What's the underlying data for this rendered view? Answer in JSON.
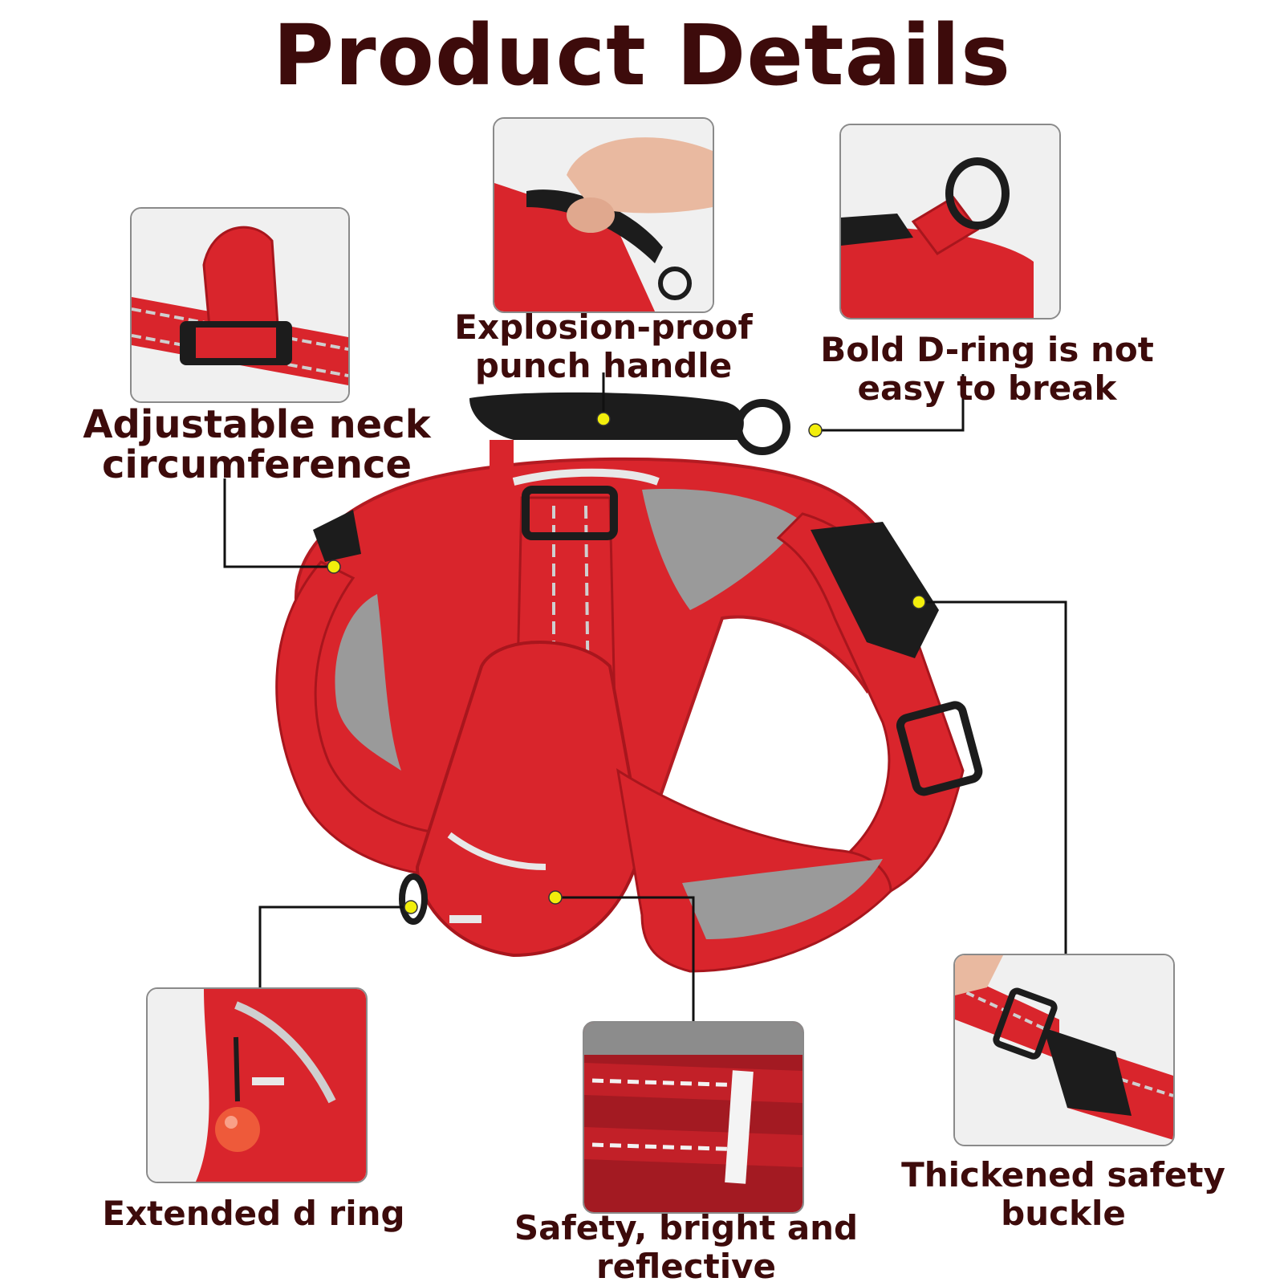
{
  "title": "Product Details",
  "colors": {
    "title_text": "#3d0b0b",
    "harness_red": "#d9252c",
    "mesh_gray": "#9a9a9a",
    "hardware_black": "#1c1c1c",
    "callout_dot": "#f2ee0c",
    "leader_line": "#111111"
  },
  "callouts": {
    "handle": {
      "line1": "Explosion-proof",
      "line2": "punch handle"
    },
    "dring": {
      "line1": "Bold D-ring is not",
      "line2": "easy to break"
    },
    "neck": {
      "line1": "Adjustable neck",
      "line2": "circumference"
    },
    "extended": {
      "line1": "Extended d ring"
    },
    "reflective": {
      "line1": "Safety, bright and",
      "line2": "reflective"
    },
    "buckle": {
      "line1": "Thickened safety",
      "line2": "buckle"
    }
  }
}
